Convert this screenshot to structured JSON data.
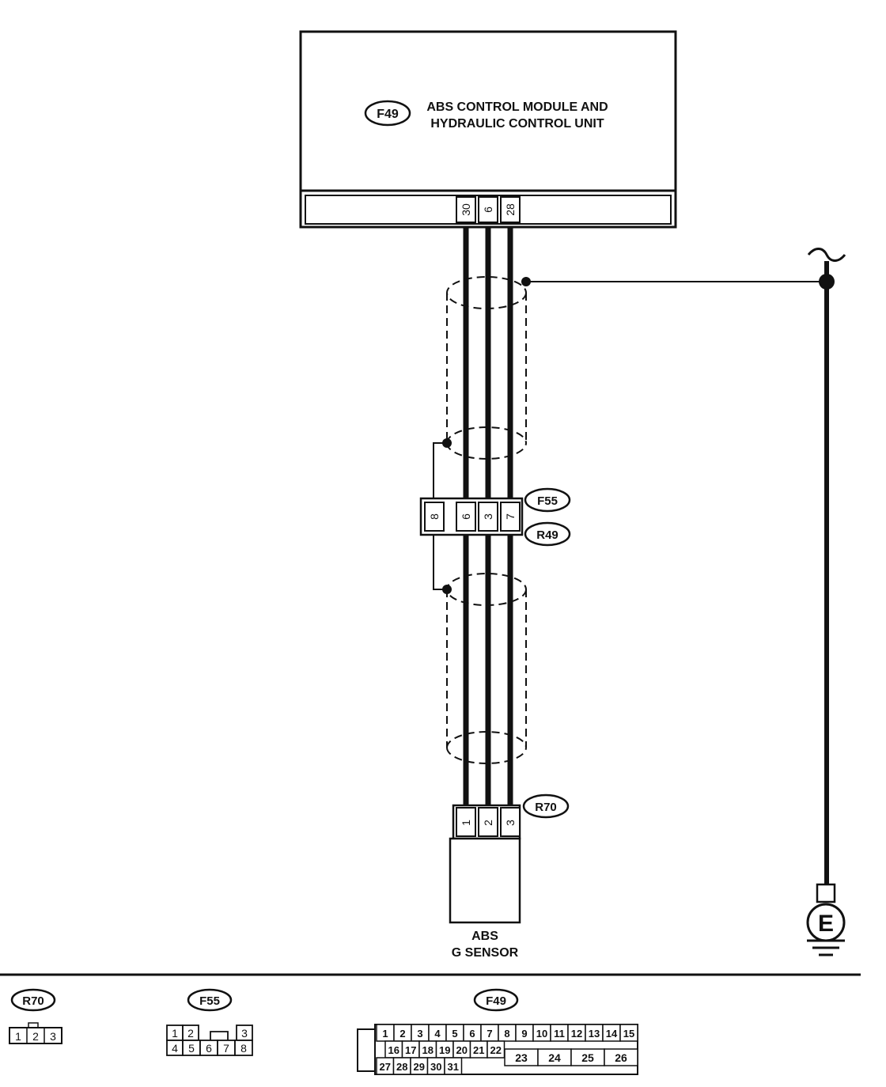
{
  "module": {
    "code": "F49",
    "line1": "ABS CONTROL MODULE AND",
    "line2": "HYDRAULIC  CONTROL UNIT",
    "pins": [
      "30",
      "6",
      "28"
    ]
  },
  "connector_f55": {
    "code": "F55",
    "pins": [
      "8",
      "6",
      "3",
      "7"
    ]
  },
  "connector_r49": {
    "code": "R49"
  },
  "sensor": {
    "code": "R70",
    "pins": [
      "1",
      "2",
      "3"
    ],
    "line1": "ABS",
    "line2": "G SENSOR"
  },
  "ground": {
    "label": "E"
  },
  "legend": {
    "r70": {
      "code": "R70",
      "pins": [
        "1",
        "2",
        "3"
      ]
    },
    "f55": {
      "code": "F55",
      "pins": [
        "1",
        "2",
        "3",
        "4",
        "5",
        "6",
        "7",
        "8"
      ]
    },
    "f49": {
      "code": "F49",
      "pins": [
        "1",
        "2",
        "3",
        "4",
        "5",
        "6",
        "7",
        "8",
        "9",
        "10",
        "11",
        "12",
        "13",
        "14",
        "15",
        "16",
        "17",
        "18",
        "19",
        "20",
        "21",
        "22",
        "23",
        "24",
        "25",
        "26",
        "27",
        "28",
        "29",
        "30",
        "31"
      ]
    }
  },
  "colors": {
    "ink": "#111111",
    "background": "#ffffff"
  }
}
